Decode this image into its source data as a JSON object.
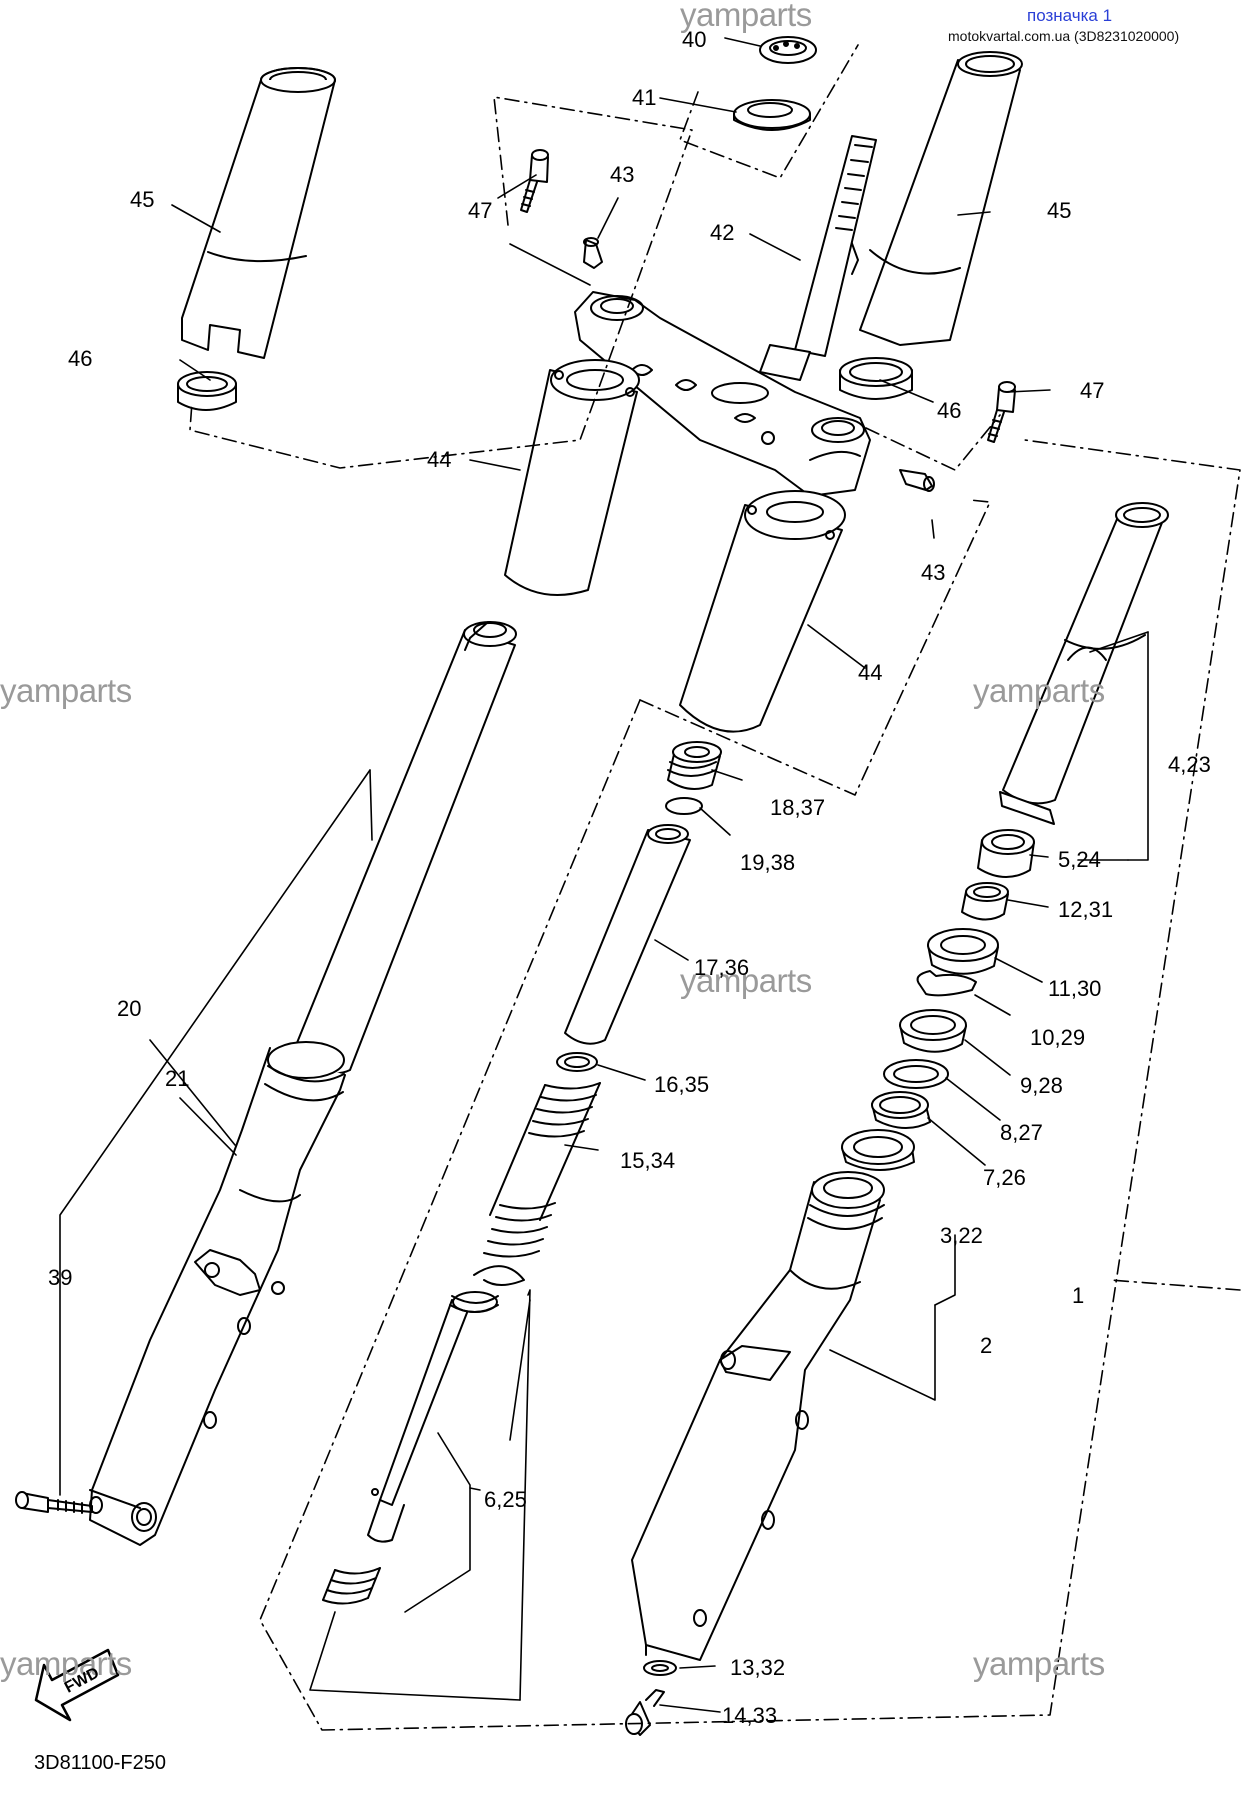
{
  "header": {
    "title": "позначка 1",
    "subtitle": "motokvartal.com.ua (3D8231020000)"
  },
  "watermark": "yamparts",
  "diagram_code": "3D81100-F250",
  "fwd_label": "FWD",
  "callouts": {
    "c40": "40",
    "c41": "41",
    "c43a": "43",
    "c47a": "47",
    "c45a": "45",
    "c45b": "45",
    "c42": "42",
    "c46a": "46",
    "c46b": "46",
    "c47b": "47",
    "c44a": "44",
    "c43b": "43",
    "c44b": "44",
    "c1823": "4,23",
    "c1837": "18,37",
    "c1938": "19,38",
    "c524": "5,24",
    "c1231": "12,31",
    "c1736": "17,36",
    "c1130": "11,30",
    "c1029": "10,29",
    "c20": "20",
    "c21": "21",
    "c1635": "16,35",
    "c928": "9,28",
    "c827": "8,27",
    "c1534": "15,34",
    "c726": "7,26",
    "c322": "3,22",
    "c39": "39",
    "c1": "1",
    "c2": "2",
    "c625": "6,25",
    "c1332": "13,32",
    "c1433": "14,33"
  },
  "colors": {
    "line": "#000000",
    "header_blue": "#2a3fd6",
    "watermark": "#9a9a9a",
    "background": "#ffffff"
  }
}
